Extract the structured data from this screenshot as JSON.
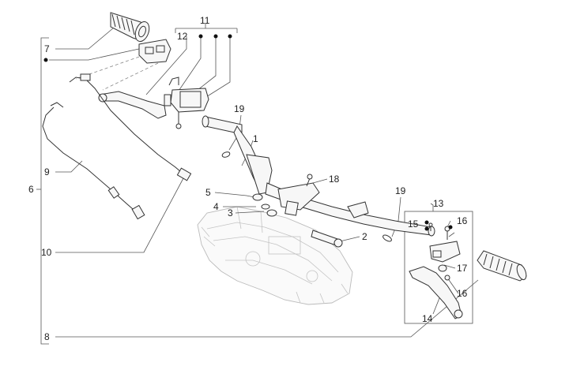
{
  "callouts": {
    "c1": "1",
    "c2": "2",
    "c3": "3",
    "c4": "4",
    "c5": "5",
    "c6": "6",
    "c7": "7",
    "c8": "8",
    "c9": "9",
    "c10": "10",
    "c11": "11",
    "c12": "12",
    "c13": "13",
    "c14": "14",
    "c15": "15",
    "c16a": "16",
    "c16b": "16",
    "c17": "17",
    "c18": "18",
    "c19a": "19",
    "c19b": "19"
  },
  "colors": {
    "ink": "#222222",
    "line": "#555555",
    "ghost": "#bbbbbb"
  }
}
